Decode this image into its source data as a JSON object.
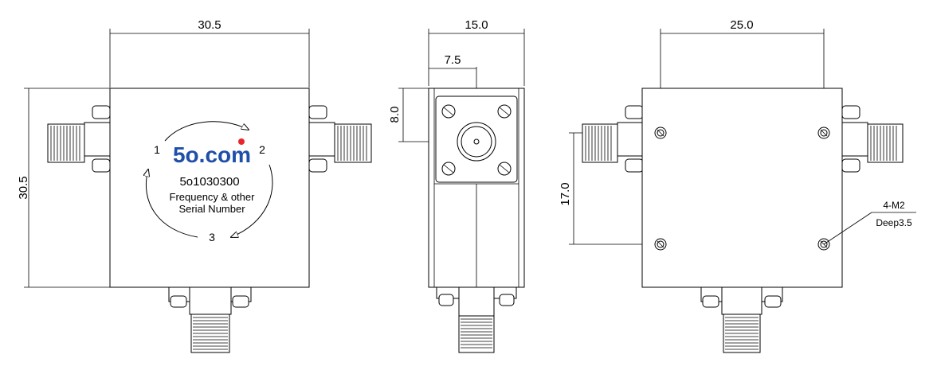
{
  "front_view": {
    "width_dim": "30.5",
    "height_dim": "30.5",
    "logo": "5o.com",
    "model": "5o1030300",
    "note_line1": "Frequency & other",
    "note_line2": "Serial Number",
    "port1": "1",
    "port2": "2",
    "port3": "3"
  },
  "side_view": {
    "width_dim": "15.0",
    "offset_dim": "7.5",
    "height_dim": "8.0"
  },
  "back_view": {
    "width_dim": "25.0",
    "height_dim": "17.0",
    "hole_spec": "4-M2",
    "hole_depth": "Deep3.5"
  },
  "colors": {
    "logo_blue": "#1f4fa8",
    "logo_red": "#e8262a"
  }
}
